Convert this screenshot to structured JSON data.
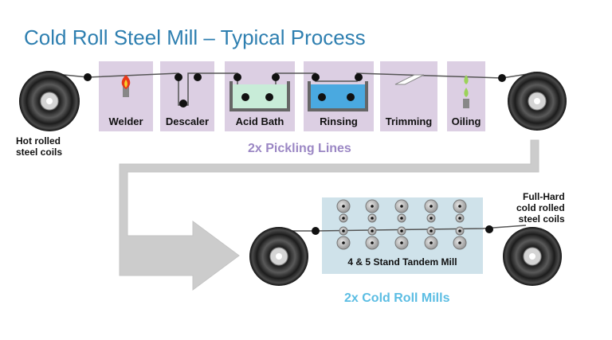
{
  "title": "Cold Roll Steel Mill – Typical Process",
  "pickling": {
    "stations": [
      {
        "label": "Welder",
        "icon": "flame-icon"
      },
      {
        "label": "Descaler",
        "icon": "descaler-rollers-icon"
      },
      {
        "label": "Acid Bath",
        "icon": "acid-bath-tank-icon"
      },
      {
        "label": "Rinsing",
        "icon": "rinse-tank-icon"
      },
      {
        "label": "Trimming",
        "icon": "trim-blade-icon"
      },
      {
        "label": "Oiling",
        "icon": "oil-drops-icon"
      }
    ],
    "caption": "2x Pickling Lines",
    "input_coil_label": [
      "Hot rolled",
      "steel coils"
    ]
  },
  "cold_mill": {
    "stand_label": "4 & 5 Stand Tandem Mill",
    "caption": "2x Cold Roll Mills",
    "output_coil_label": [
      "Full-Hard",
      "cold rolled",
      "steel coils"
    ]
  },
  "colors": {
    "title": "#2e7fb0",
    "station_bg": "#dccfe3",
    "pickling_caption": "#9b87c4",
    "mill_caption": "#5bbde3",
    "mill_bg": "#cfe2ea",
    "arrow": "#cccccc",
    "acid": "#c8ecd8",
    "rinse_water": "#4aa9e0"
  }
}
